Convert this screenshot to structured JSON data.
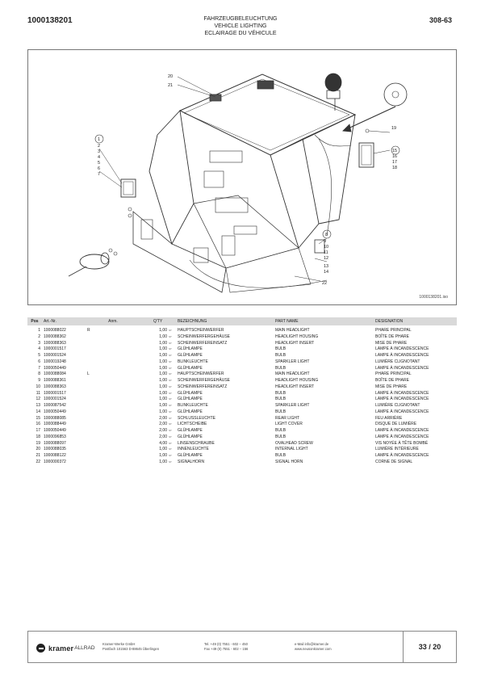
{
  "header": {
    "doc_number": "1000138201",
    "page_code": "308-63",
    "title_de": "FAHRZEUGBELEUCHTUNG",
    "title_en": "VEHICLE LIGHTING",
    "title_fr": "ECLAIRAGE DU VÉHICULE"
  },
  "drawing": {
    "file_ref": "1000138201.iso",
    "callouts": [
      "1",
      "2",
      "3",
      "4",
      "5",
      "6",
      "7",
      "8",
      "9",
      "10",
      "11",
      "12",
      "13",
      "14",
      "15",
      "16",
      "17",
      "18",
      "19",
      "20",
      "21",
      "22"
    ]
  },
  "table": {
    "headers": {
      "pos": "Pos",
      "article": "Art.-Nr.",
      "note": "Anm.",
      "qty": "Q'TY",
      "bezeichnung": "BEZEICHNUNG",
      "part_name": "PART NAME",
      "designation": "DESIGNATION"
    },
    "rows": [
      {
        "pos": "1",
        "art": "1000088022",
        "anm": "R",
        "qty": "1,00",
        "unit": "ST",
        "bez": "HAUPTSCHEINWERFER",
        "name": "MAIN HEADLIGHT",
        "des": "PHARE PRINCIPAL"
      },
      {
        "pos": "2",
        "art": "1000088362",
        "anm": "",
        "qty": "1,00",
        "unit": "ST",
        "bez": "SCHEINWERFERGEHÄUSE",
        "name": "HEADLIGHT HOUSING",
        "des": "BOÎTE DE PHARE"
      },
      {
        "pos": "3",
        "art": "1000088363",
        "anm": "",
        "qty": "1,00",
        "unit": "ST",
        "bez": "SCHEINWERFEREINSATZ",
        "name": "HEADLIGHT INSERT",
        "des": "MISE DE PHARE"
      },
      {
        "pos": "4",
        "art": "1000001517",
        "anm": "",
        "qty": "1,00",
        "unit": "ST",
        "bez": "GLÜHLAMPE",
        "name": "BULB",
        "des": "LAMPE À INCANDESCENCE"
      },
      {
        "pos": "5",
        "art": "1000001524",
        "anm": "",
        "qty": "1,00",
        "unit": "ST",
        "bez": "GLÜHLAMPE",
        "name": "BULB",
        "des": "LAMPE À INCANDESCENCE"
      },
      {
        "pos": "6",
        "art": "1000019248",
        "anm": "",
        "qty": "1,00",
        "unit": "ST",
        "bez": "BLINKLEUCHTE",
        "name": "SPARKLER LIGHT",
        "des": "LUMIÈRE CLIGNOTANT"
      },
      {
        "pos": "7",
        "art": "1000050449",
        "anm": "",
        "qty": "1,00",
        "unit": "ST",
        "bez": "GLÜHLAMPE",
        "name": "BULB",
        "des": "LAMPE À INCANDESCENCE"
      },
      {
        "pos": "8",
        "art": "1000088084",
        "anm": "L",
        "qty": "1,00",
        "unit": "ST",
        "bez": "HAUPTSCHEINWERFER",
        "name": "MAIN HEADLIGHT",
        "des": "PHARE PRINCIPAL"
      },
      {
        "pos": "9",
        "art": "1000088361",
        "anm": "",
        "qty": "1,00",
        "unit": "ST",
        "bez": "SCHEINWERFERGEHÄUSE",
        "name": "HEADLIGHT HOUSING",
        "des": "BOÎTE DE PHARE"
      },
      {
        "pos": "10",
        "art": "1000088363",
        "anm": "",
        "qty": "1,00",
        "unit": "ST",
        "bez": "SCHEINWERFEREINSATZ",
        "name": "HEADLIGHT INSERT",
        "des": "MISE DE PHARE"
      },
      {
        "pos": "11",
        "art": "1000001517",
        "anm": "",
        "qty": "1,00",
        "unit": "ST",
        "bez": "GLÜHLAMPE",
        "name": "BULB",
        "des": "LAMPE À INCANDESCENCE"
      },
      {
        "pos": "12",
        "art": "1000001524",
        "anm": "",
        "qty": "1,00",
        "unit": "ST",
        "bez": "GLÜHLAMPE",
        "name": "BULB",
        "des": "LAMPE À INCANDESCENCE"
      },
      {
        "pos": "13",
        "art": "1000087542",
        "anm": "",
        "qty": "1,00",
        "unit": "ST",
        "bez": "BLINKLEUCHTE",
        "name": "SPARKLER LIGHT",
        "des": "LUMIÈRE CLIGNOTANT"
      },
      {
        "pos": "14",
        "art": "1000050449",
        "anm": "",
        "qty": "1,00",
        "unit": "ST",
        "bez": "GLÜHLAMPE",
        "name": "BULB",
        "des": "LAMPE À INCANDESCENCE"
      },
      {
        "pos": "15",
        "art": "1000088085",
        "anm": "",
        "qty": "2,00",
        "unit": "ST",
        "bez": "SCHLUSSLEUCHTE",
        "name": "REAR LIGHT",
        "des": "FEU ARRIÈRE"
      },
      {
        "pos": "16",
        "art": "1000088449",
        "anm": "",
        "qty": "2,00",
        "unit": "ST",
        "bez": "LICHTSCHEIBE",
        "name": "LIGHT COVER",
        "des": "DISQUE DE LUMIÈRE"
      },
      {
        "pos": "17",
        "art": "1000050449",
        "anm": "",
        "qty": "2,00",
        "unit": "ST",
        "bez": "GLÜHLAMPE",
        "name": "BULB",
        "des": "LAMPE À INCANDESCENCE"
      },
      {
        "pos": "18",
        "art": "1000096853",
        "anm": "",
        "qty": "2,00",
        "unit": "ST",
        "bez": "GLÜHLAMPE",
        "name": "BULB",
        "des": "LAMPE À INCANDESCENCE"
      },
      {
        "pos": "19",
        "art": "1000088097",
        "anm": "",
        "qty": "4,00",
        "unit": "ST",
        "bez": "LINSENSCHRAUBE",
        "name": "OVALHEAD SCREW",
        "des": "VIS NOYÉE À TÊTE BOMBÉ"
      },
      {
        "pos": "20",
        "art": "1000088035",
        "anm": "",
        "qty": "1,00",
        "unit": "ST",
        "bez": "INNENLEUCHTE",
        "name": "INTERNAL LIGHT",
        "des": "LUMIÈRE INTÉRIEURE"
      },
      {
        "pos": "21",
        "art": "1000088122",
        "anm": "",
        "qty": "1,00",
        "unit": "ST",
        "bez": "GLÜHLAMPE",
        "name": "BULB",
        "des": "LAMPE À INCANDESCENCE"
      },
      {
        "pos": "22",
        "art": "1000000372",
        "anm": "",
        "qty": "1,00",
        "unit": "ST",
        "bez": "SIGNALHORN",
        "name": "SIGNAL HORN",
        "des": "CORNE DE SIGNAL"
      }
    ]
  },
  "footer": {
    "logo_text": "kramer",
    "logo_suffix": "ALLRAD",
    "company_line1": "Kramer-Werke GmbH",
    "company_line2": "Postfach 101563 D-88645 Überlingen",
    "phone": "Tel. +49 (0) 7551 - 602 – 450",
    "fax": "Fax  +49 (0) 7551 - 602 – 156",
    "email": "e-Mail info@kramer.de",
    "web": "www.neusonkramer.com",
    "page_indicator": "33 / 20"
  }
}
